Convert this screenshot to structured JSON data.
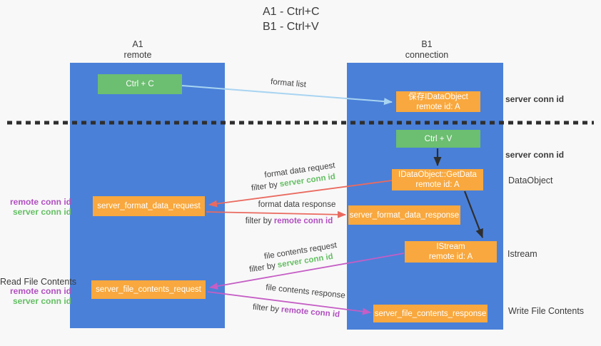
{
  "title": {
    "line1": "A1 - Ctrl+C",
    "line2": "B1 - Ctrl+V"
  },
  "columns": {
    "a1": {
      "label": "A1",
      "sublabel": "remote"
    },
    "b1": {
      "label": "B1",
      "sublabel": "connection"
    }
  },
  "nodes": {
    "ctrl_c": {
      "label": "Ctrl + C"
    },
    "ctrl_v": {
      "label": "Ctrl + V"
    },
    "save_dataobject": {
      "line1": "保存IDataObject",
      "line2": "remote id: A"
    },
    "getdata": {
      "line1": "IDataObject::GetData",
      "line2": "remote id: A"
    },
    "istream": {
      "line1": "IStream",
      "line2": "remote id: A"
    },
    "server_format_data_request": {
      "label": "server_format_data_request"
    },
    "server_format_data_response": {
      "label": "server_format_data_response"
    },
    "server_file_contents_request": {
      "label": "server_file_contents_request"
    },
    "server_file_contents_response": {
      "label": "server_file_contents_response"
    }
  },
  "arrow_labels": {
    "format_list": "format list",
    "format_data_request": "format data request",
    "format_data_request_filter_prefix": "filter by",
    "format_data_request_filter_key": "server conn id",
    "format_data_response": "format data response",
    "format_data_response_filter_prefix": "filter by",
    "format_data_response_filter_key": "remote conn id",
    "file_contents_request": "file contents request",
    "file_contents_request_filter_prefix": "filter by",
    "file_contents_request_filter_key": "server conn id",
    "file_contents_response": "file contents response",
    "file_contents_response_filter_prefix": "filter by",
    "file_contents_response_filter_key": "remote conn id"
  },
  "side_labels": {
    "right_server_conn_id_top": "server conn id",
    "right_server_conn_id_mid": "server conn id",
    "right_dataobject": "DataObject",
    "right_istream": "Istream",
    "right_write_file_contents": "Write File Contents",
    "left_remote_conn_id_top": "remote conn id",
    "left_server_conn_id_top": "server conn id",
    "left_read_file_contents": "Read File Contents",
    "left_remote_conn_id_bottom": "remote conn id",
    "left_server_conn_id_bottom": "server conn id"
  },
  "colors": {
    "column_blue": "#4a80d8",
    "box_green": "#6cbe71",
    "box_orange": "#f8a83e",
    "arrow_red": "#ea6a5f",
    "arrow_magenta": "#c55ec5",
    "arrow_light_blue": "#a8d4f1",
    "arrow_black": "#2e2e2e",
    "divider_black": "#2f2f2f",
    "id_text_green": "#64bf63",
    "id_text_purple": "#b14fc0"
  }
}
